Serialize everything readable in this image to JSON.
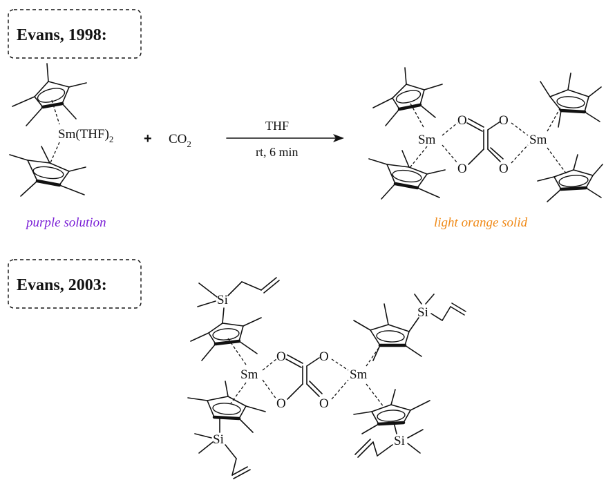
{
  "section1": {
    "title": "Evans, 1998:"
  },
  "section2": {
    "title": "Evans, 2003:"
  },
  "reaction1": {
    "reagent_sm": "Sm(THF)",
    "reagent_sm_sub": "2",
    "plus": "+",
    "co2_main": "CO",
    "co2_sub": "2",
    "solvent": "THF",
    "conditions": "rt, 6 min",
    "reactant_caption": "purple solution",
    "product_caption": "light orange solid"
  },
  "atoms": {
    "sm": "Sm",
    "o": "O",
    "si": "Si"
  },
  "colors": {
    "purple": "#7a1fd6",
    "orange": "#f08a18",
    "ink": "#111111"
  }
}
